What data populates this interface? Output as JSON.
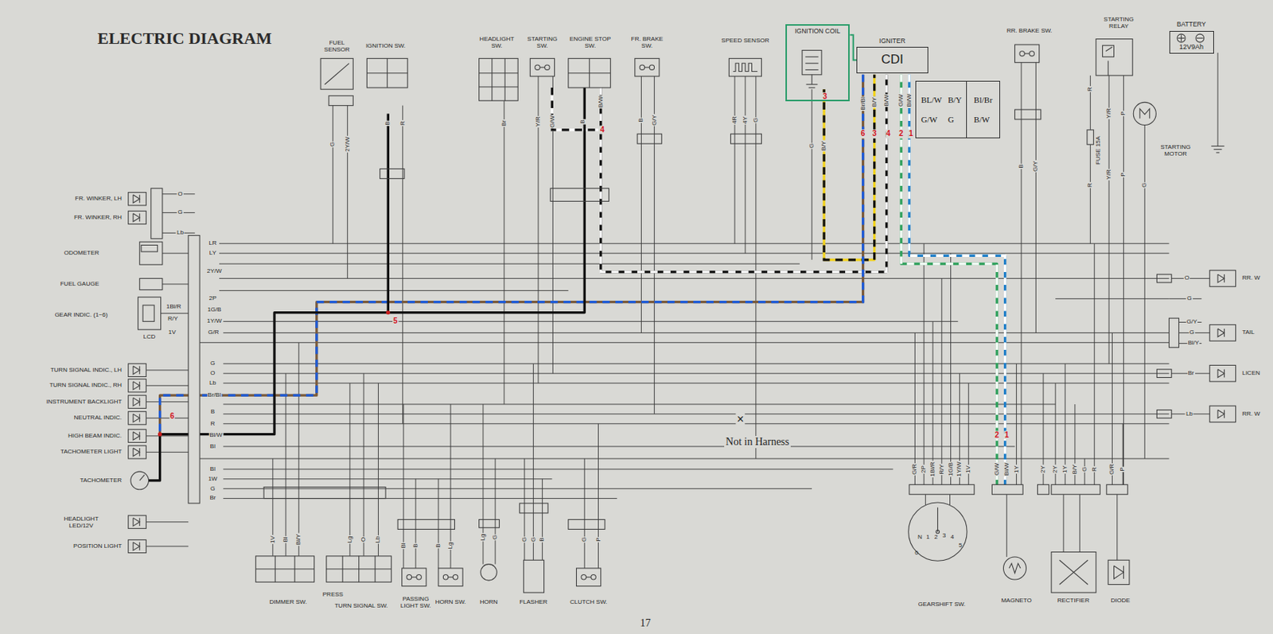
{
  "diagram": {
    "title": "ELECTRIC DIAGRAM",
    "nodes": [
      {
        "text": [
          "IGNITION COIL"
        ]
      },
      {
        "text": [
          "IGNITER",
          "CDI"
        ]
      },
      {
        "text": [
          "BL/W",
          "B/Y",
          "G/W",
          "G"
        ]
      },
      {
        "text": [
          "Bl/Br",
          "B/W"
        ]
      },
      {
        "text": [
          "BATTERY",
          "12V9Ah"
        ]
      }
    ],
    "edges": [
      {
        "from": 0,
        "to": 1,
        "arrow": "none"
      }
    ],
    "labels": [
      "FUEL SENSOR",
      "IGNITION SW.",
      "HEADLIGHT SW.",
      "STARTING SW.",
      "ENGINE STOP SW.",
      "FR. BRAKE SW.",
      "SPEED SENSOR",
      "RR. BRAKE SW.",
      "STARTING RELAY",
      "STARTING MOTOR",
      "FUSE 15A",
      "FR. WINKER, LH",
      "FR. WINKER, RH",
      "ODOMETER",
      "FUEL GAUGE",
      "GEAR INDIC. (1~6)",
      "TURN SIGNAL INDIC., LH",
      "TURN SIGNAL INDIC., RH",
      "INSTRUMENT BACKLIGHT",
      "NEUTRAL INDIC.",
      "HIGH BEAM INDIC.",
      "TACHOMETER LIGHT",
      "TACHOMETER",
      "HEADLIGHT LED/12V",
      "POSITION LIGHT",
      "LCD",
      "DIMMER SW.",
      "TURN SIGNAL SW.",
      "PRESS",
      "PASSING LIGHT SW.",
      "HORN SW.",
      "HORN",
      "FLASHER",
      "CLUTCH SW.",
      "GEARSHIFT SW.",
      "MAGNETO",
      "RECTIFIER",
      "DIODE",
      "N",
      "1",
      "2",
      "3",
      "4",
      "5",
      "0",
      "RR. W",
      "TAIL",
      "LICEN",
      "RR. W",
      "Not in Harness",
      "×",
      "17",
      "G",
      "2Y/W",
      "B",
      "R",
      "Br",
      "Y/R",
      "G/W",
      "B",
      "B/W",
      "B",
      "G/Y",
      "4R",
      "4Y",
      "G",
      "G",
      "B/Y",
      "Br/Bl",
      "B/Y",
      "B/W",
      "G/W",
      "Bl/W",
      "B",
      "G/Y",
      "R",
      "Y/R",
      "P",
      "R",
      "Y/R",
      "P",
      "G",
      "O",
      "G",
      "Lb",
      "LR",
      "LY",
      "2Y/W",
      "2P",
      "1G/B",
      "1Y/W",
      "G/R",
      "1Bl/R",
      "R/Y",
      "1V",
      "G",
      "O",
      "Lb",
      "Br/Bl",
      "B",
      "R",
      "Bl/W",
      "Bl",
      "Bl",
      "1W",
      "G",
      "Br",
      "1V",
      "Bl",
      "Bl/Y",
      "Lg",
      "O",
      "Lb",
      "Bl",
      "B",
      "B",
      "Lg",
      "Lg",
      "G",
      "G",
      "G",
      "B",
      "G",
      "P",
      "G/R",
      "2P",
      "1Bl/R",
      "R/Y",
      "1G/B",
      "1Y/W",
      "1V",
      "G/W",
      "Bl/W",
      "1Y",
      "2Y",
      "2Y",
      "1Y",
      "B/Y",
      "G",
      "R",
      "G/R",
      "P",
      "O",
      "G",
      "G/Y",
      "G",
      "Bl/Y",
      "Br",
      "Lb",
      "3",
      "6",
      "3",
      "4",
      "2",
      "1",
      "4",
      "5",
      "6",
      "2",
      "1"
    ]
  }
}
